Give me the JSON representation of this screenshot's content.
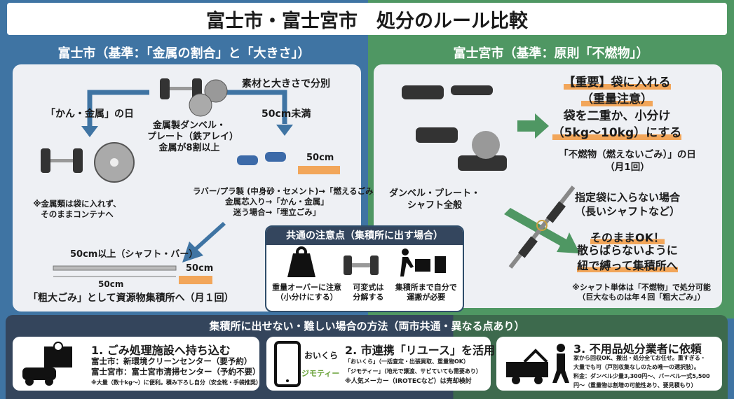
{
  "title": "富士市・富士宮市　処分のルール比較",
  "fuji": {
    "header": "富士市（基準：「金属の割合」と「大きさ」）",
    "sort_label": "素材と大きさで分別",
    "metal_day": "「かん・金属」の日",
    "metal_item": [
      "金属製ダンベル・",
      "プレート（鉄アレイ）",
      "金属が8割以上"
    ],
    "metal_note": [
      "※金属類は袋に入れず、",
      "そのままコンテナへ"
    ],
    "under50": "50cm未満",
    "ruler_label": "50cm",
    "small_rules": [
      "ラバー/プラ製 (中身砂・セメント)→「燃えるごみ」",
      "金属芯入り→「かん・金属」",
      "迷う場合→「埋立ごみ」"
    ],
    "over50": "50cm以上（シャフト・バー）",
    "bar_length": "50cm",
    "ruler2_label": "50cm",
    "bulky": "「粗大ごみ」として資源物集積所へ（月１回）"
  },
  "fujinomiya": {
    "header": "富士宮市（基準：原則「不燃物」）",
    "item": [
      "ダンベル・プレート・",
      "シャフト全般"
    ],
    "important": [
      "【重要】袋に入れる",
      "（重量注意）",
      "袋を二重か、小分け",
      "（5kg〜10kg）にする"
    ],
    "day": [
      "「不燃物（燃えないごみ）」の日",
      "（月1回）"
    ],
    "nobag": [
      "指定袋に入らない場合",
      "（長いシャフトなど）"
    ],
    "ok": "そのままOK！",
    "tie": [
      "散らばらないように",
      "紐で縛って集積所へ"
    ],
    "note": [
      "※シャフト単体は「不燃物」で処分可能",
      "（巨大なものは年４回「粗大ごみ」）"
    ]
  },
  "common": {
    "header": "共通の注意点（集積所に出す場合）",
    "items": [
      [
        "重量オーバーに注意",
        "（小分けにする）"
      ],
      [
        "可変式は",
        "分解する"
      ],
      [
        "集積所まで自分で",
        "運搬が必要"
      ]
    ]
  },
  "bottom": {
    "header": "集積所に出せない・難しい場合の方法（両市共通・異なる点あり）",
    "cards": [
      {
        "title": "1. ごみ処理施設へ持ち込む",
        "lines": [
          "富士市：新環境クリーンセンター（要予約）",
          "富士宮市：富士宮市清掃センター（予約不要）",
          "※大量（数十kg〜）に便利。積み下ろし自分（安全靴・手袋推奨）"
        ]
      },
      {
        "title": "2. 市連携「リユース」を活用",
        "brands": [
          "おいくら",
          "ジモティー"
        ],
        "lines": [
          "「おいくら」（一括査定・出張買取、重量物OK）",
          "「ジモティー」（地元で譲渡、サビていても需要あり）",
          "※人気メーカー（IROTECなど）は売却検討"
        ]
      },
      {
        "title": "3. 不用品処分業者に依頼",
        "lines": [
          "家から回収OK、搬出・処分全てお任せ。重すぎる・",
          "大量でも可（戸別収集なしのため唯一の選択肢）。",
          "料金：ダンベル少量3,300円〜、バーベル一式5,500",
          "円〜（重量物は割増の可能性あり、要見積もり）"
        ]
      }
    ]
  },
  "colors": {
    "blue": "#3f74a3",
    "green": "#4f9763",
    "orange": "#f2a65a",
    "navy": "#34455c"
  }
}
